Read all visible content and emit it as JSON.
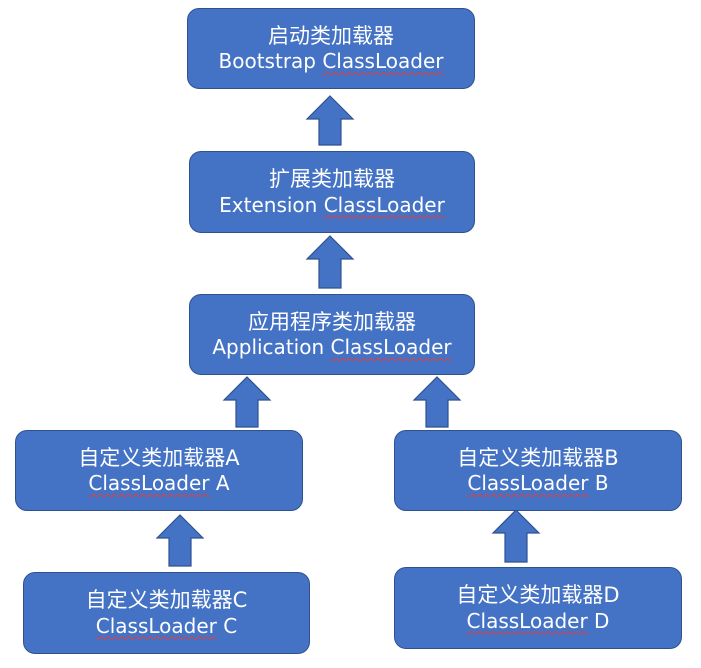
{
  "nodes": {
    "bootstrap": {
      "title": "启动类加载器",
      "sub_pre": "Bootstrap ",
      "sub_mark": "ClassLoader",
      "sub_post": ""
    },
    "extension": {
      "title": "扩展类加载器",
      "sub_pre": "Extension ",
      "sub_mark": "ClassLoader",
      "sub_post": ""
    },
    "application": {
      "title": "应用程序类加载器",
      "sub_pre": "Application ",
      "sub_mark": "ClassLoader",
      "sub_post": ""
    },
    "custom_a": {
      "title": "自定义类加载器A",
      "sub_pre": "",
      "sub_mark": "ClassLoader",
      "sub_post": " A"
    },
    "custom_b": {
      "title": "自定义类加载器B",
      "sub_pre": "",
      "sub_mark": "ClassLoader",
      "sub_post": " B"
    },
    "custom_c": {
      "title": "自定义类加载器C",
      "sub_pre": "",
      "sub_mark": "ClassLoader",
      "sub_post": " C"
    },
    "custom_d": {
      "title": "自定义类加载器D",
      "sub_pre": "",
      "sub_mark": "ClassLoader",
      "sub_post": " D"
    }
  },
  "colors": {
    "node_fill": "#4472c4",
    "node_border": "#2f528f",
    "text": "#ffffff",
    "spellcheck_underline": "#e04040"
  }
}
